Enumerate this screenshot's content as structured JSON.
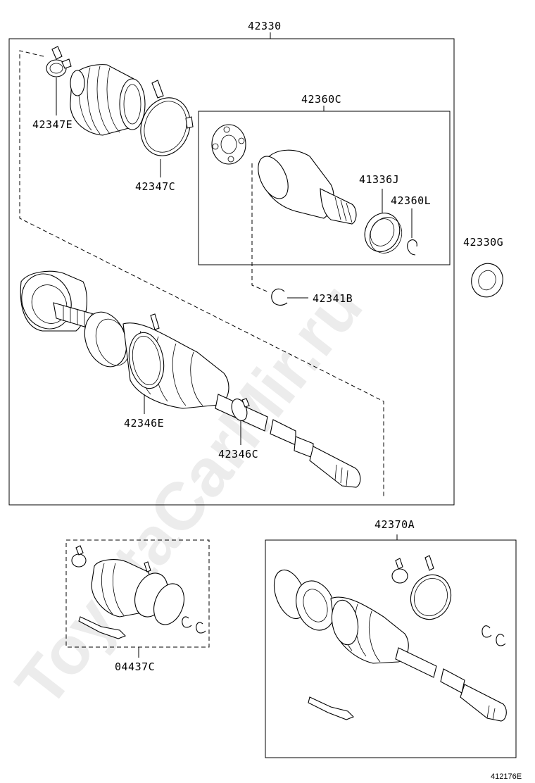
{
  "watermark": "ToyotaCarMir.ru",
  "reference_code": "412176E",
  "callouts": {
    "assembly": "42330",
    "inner_joint_kit": "42360C",
    "clamp_small": "42347E",
    "clamp_large": "42347C",
    "bearing_seal": "41336J",
    "snap_ring_inner": "42360L",
    "seal_outer": "42330G",
    "snap_ring": "42341B",
    "boot_clamp": "42346E",
    "small_clamp": "42346C",
    "boot_kit": "04437C",
    "outer_joint_kit": "42370A"
  }
}
